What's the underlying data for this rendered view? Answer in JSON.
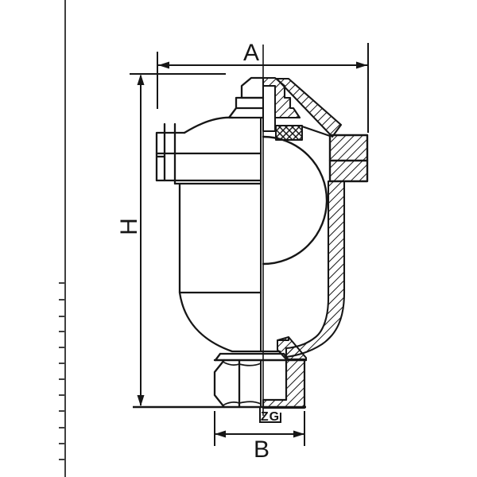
{
  "drawing": {
    "kind": "valve half-section technical drawing",
    "labels": {
      "width_top": "A",
      "height": "H",
      "width_bottom": "B",
      "thread": "ZG"
    },
    "colors": {
      "ink": "#161616",
      "margin_rule": "#3f3f3f",
      "paper": "#ffffff"
    }
  }
}
